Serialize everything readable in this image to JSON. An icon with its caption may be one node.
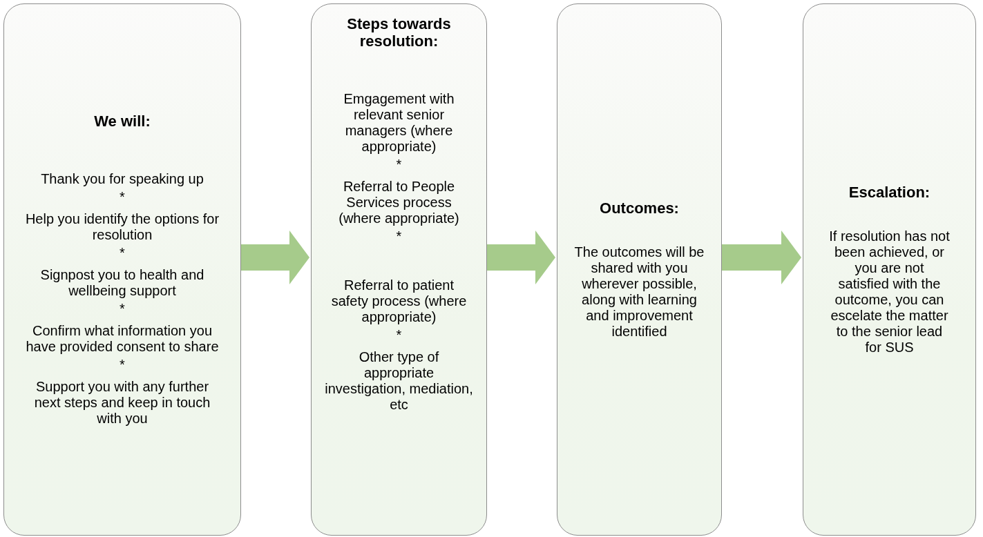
{
  "diagram": {
    "nodes": [
      {
        "text": [
          "We will:",
          "Thank you for speaking up",
          "*",
          "Help you identify the options for resolution",
          "*",
          "Signpost you to health and wellbeing support",
          "*",
          "Confirm what information you have provided consent to share",
          "*",
          "Support you with any further next steps and keep in touch with you"
        ]
      },
      {
        "text": [
          "Steps towards resolution:",
          "Emgagement with relevant senior managers (where appropriate)",
          "*",
          "Referral to People Services process (where appropriate)",
          "*",
          "Referral to patient safety process (where appropriate)",
          "*",
          "Other type of appropriate investigation, mediation, etc"
        ]
      },
      {
        "text": [
          "Outcomes:",
          "The outcomes will be shared with you wherever possible, along with learning and improvement identified"
        ]
      },
      {
        "text": [
          "Escalation:",
          "If resolution has not been achieved, or you are not satisfied with the outcome, you can escelate the matter to the senior lead for SUS"
        ]
      }
    ],
    "edges": [
      {
        "from": 0,
        "to": 1,
        "arrow": "to"
      },
      {
        "from": 1,
        "to": 2,
        "arrow": "to"
      },
      {
        "from": 2,
        "to": 3,
        "arrow": "to"
      }
    ]
  }
}
